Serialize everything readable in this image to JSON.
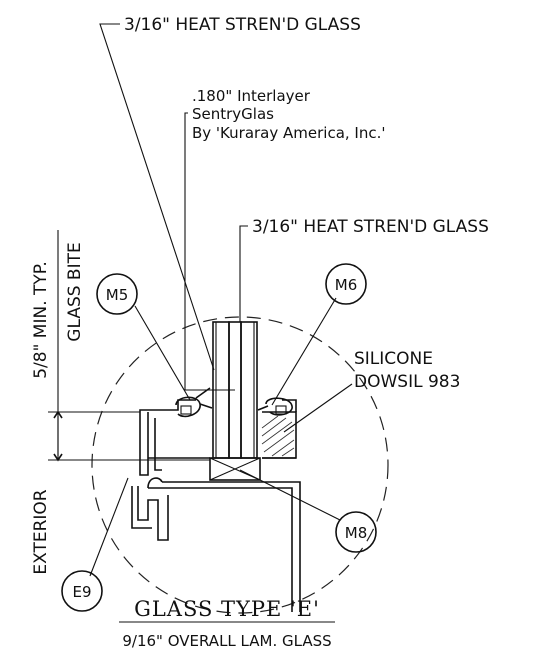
{
  "labels": {
    "glass_top": "3/16\" HEAT STREN'D GLASS",
    "interlayer_thickness": ".180\" Interlayer",
    "interlayer_product": "SentryGlas",
    "interlayer_maker": "By 'Kuraray America, Inc.'",
    "glass_mid": "3/16\" HEAT STREN'D GLASS",
    "bite_dim": "5/8\" MIN. TYP.",
    "bite_label": "GLASS BITE",
    "silicone_1": "SILICONE",
    "silicone_2": "DOWSIL 983",
    "exterior": "EXTERIOR",
    "title": "GLASS TYPE 'E'",
    "subtitle": "9/16\" OVERALL LAM. GLASS"
  },
  "callouts": {
    "m5": "M5",
    "m6": "M6",
    "m8": "M8",
    "e9": "E9"
  }
}
